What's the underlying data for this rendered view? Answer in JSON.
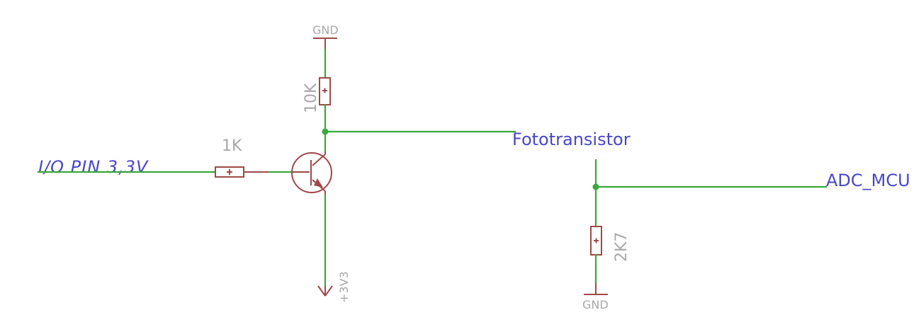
{
  "schematic": {
    "nets": {
      "io_pin": "I/O PIN 3,3V",
      "phototransistor": "Fototransistor",
      "adc": "ADC_MCU"
    },
    "components": {
      "r_collector": "10K",
      "r_base": "1K",
      "r_pulldown": "2K7"
    },
    "power": {
      "gnd_top": "GND",
      "gnd_bottom": "GND",
      "supply": "+3V3"
    },
    "colors": {
      "wire": "#3aa83a",
      "part": "#a04848",
      "net_label": "#4848c8",
      "value_label": "#a8a8a8"
    }
  }
}
